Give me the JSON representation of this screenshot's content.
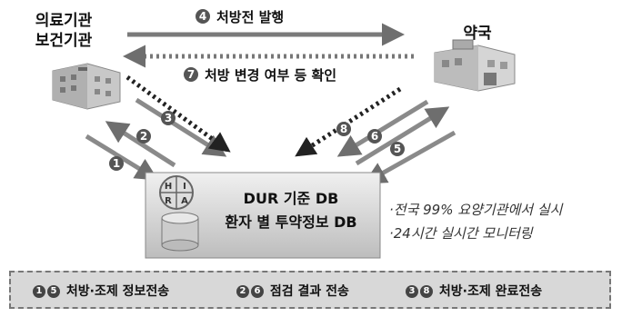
{
  "nodes": {
    "hospital": {
      "line1": "의료기관",
      "line2": "보건기관"
    },
    "pharmacy": {
      "label": "약국"
    },
    "db": {
      "line1": "DUR 기준 DB",
      "line2": "환자 별 투약정보 DB",
      "logo": [
        "H",
        "I",
        "R",
        "A"
      ]
    }
  },
  "arrows": {
    "a4": {
      "num": "4",
      "label": "처방전 발행"
    },
    "a7": {
      "num": "7",
      "label": "처방 변경 여부 등 확인"
    },
    "n1": "1",
    "n2": "2",
    "n3": "3",
    "n5": "5",
    "n6": "6",
    "n8": "8"
  },
  "notes": [
    "·전국 99% 요양기관에서 실시",
    "·24시간 실시간 모니터링"
  ],
  "legend": [
    {
      "nums": [
        "1",
        "5"
      ],
      "label": "처방·조제 정보전송"
    },
    {
      "nums": [
        "2",
        "6"
      ],
      "label": "점검 결과 전송"
    },
    {
      "nums": [
        "3",
        "8"
      ],
      "label": "처방·조제 완료전송"
    }
  ]
}
